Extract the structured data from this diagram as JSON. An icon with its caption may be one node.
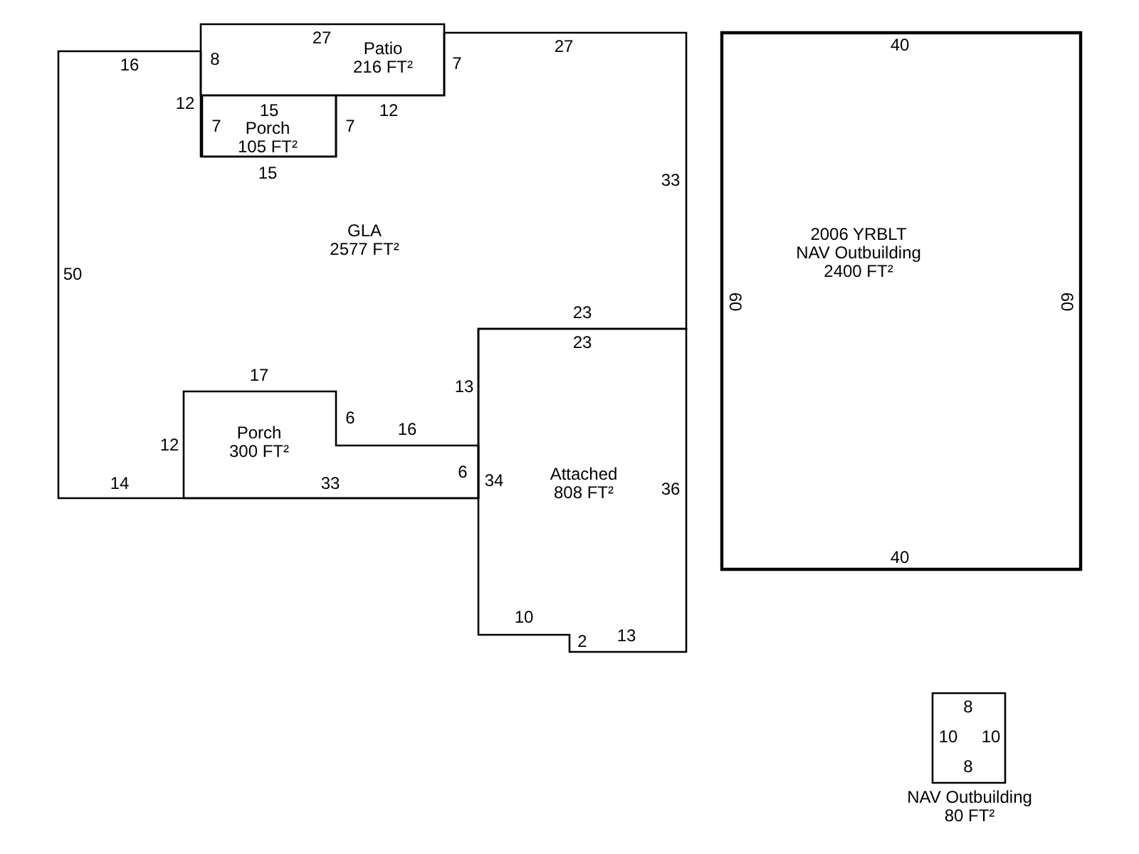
{
  "diagram": {
    "nodes": [
      {
        "text": [
          "Patio",
          "216 FT²"
        ]
      },
      {
        "text": [
          "Porch",
          "105 FT²"
        ]
      },
      {
        "text": [
          "GLA",
          "2577 FT²"
        ]
      },
      {
        "text": [
          "Porch",
          "300 FT²"
        ],
        "in": 2
      },
      {
        "text": [
          "Attached",
          "808 FT²"
        ]
      },
      {
        "text": [
          "2006 YRBLT",
          "NAV Outbuilding",
          "2400 FT²"
        ]
      },
      {
        "text": [
          "NAV Outbuilding",
          "80 FT²"
        ]
      }
    ],
    "labels": [
      "27",
      "7",
      "27",
      "16",
      "8",
      "12",
      "15",
      "12",
      "7",
      "7",
      "15",
      "33",
      "50",
      "23",
      "23",
      "17",
      "13",
      "6",
      "16",
      "12",
      "6",
      "34",
      "36",
      "14",
      "33",
      "10",
      "2",
      "13",
      "40",
      "60",
      "60",
      "40",
      "8",
      "10",
      "10",
      "8"
    ]
  }
}
